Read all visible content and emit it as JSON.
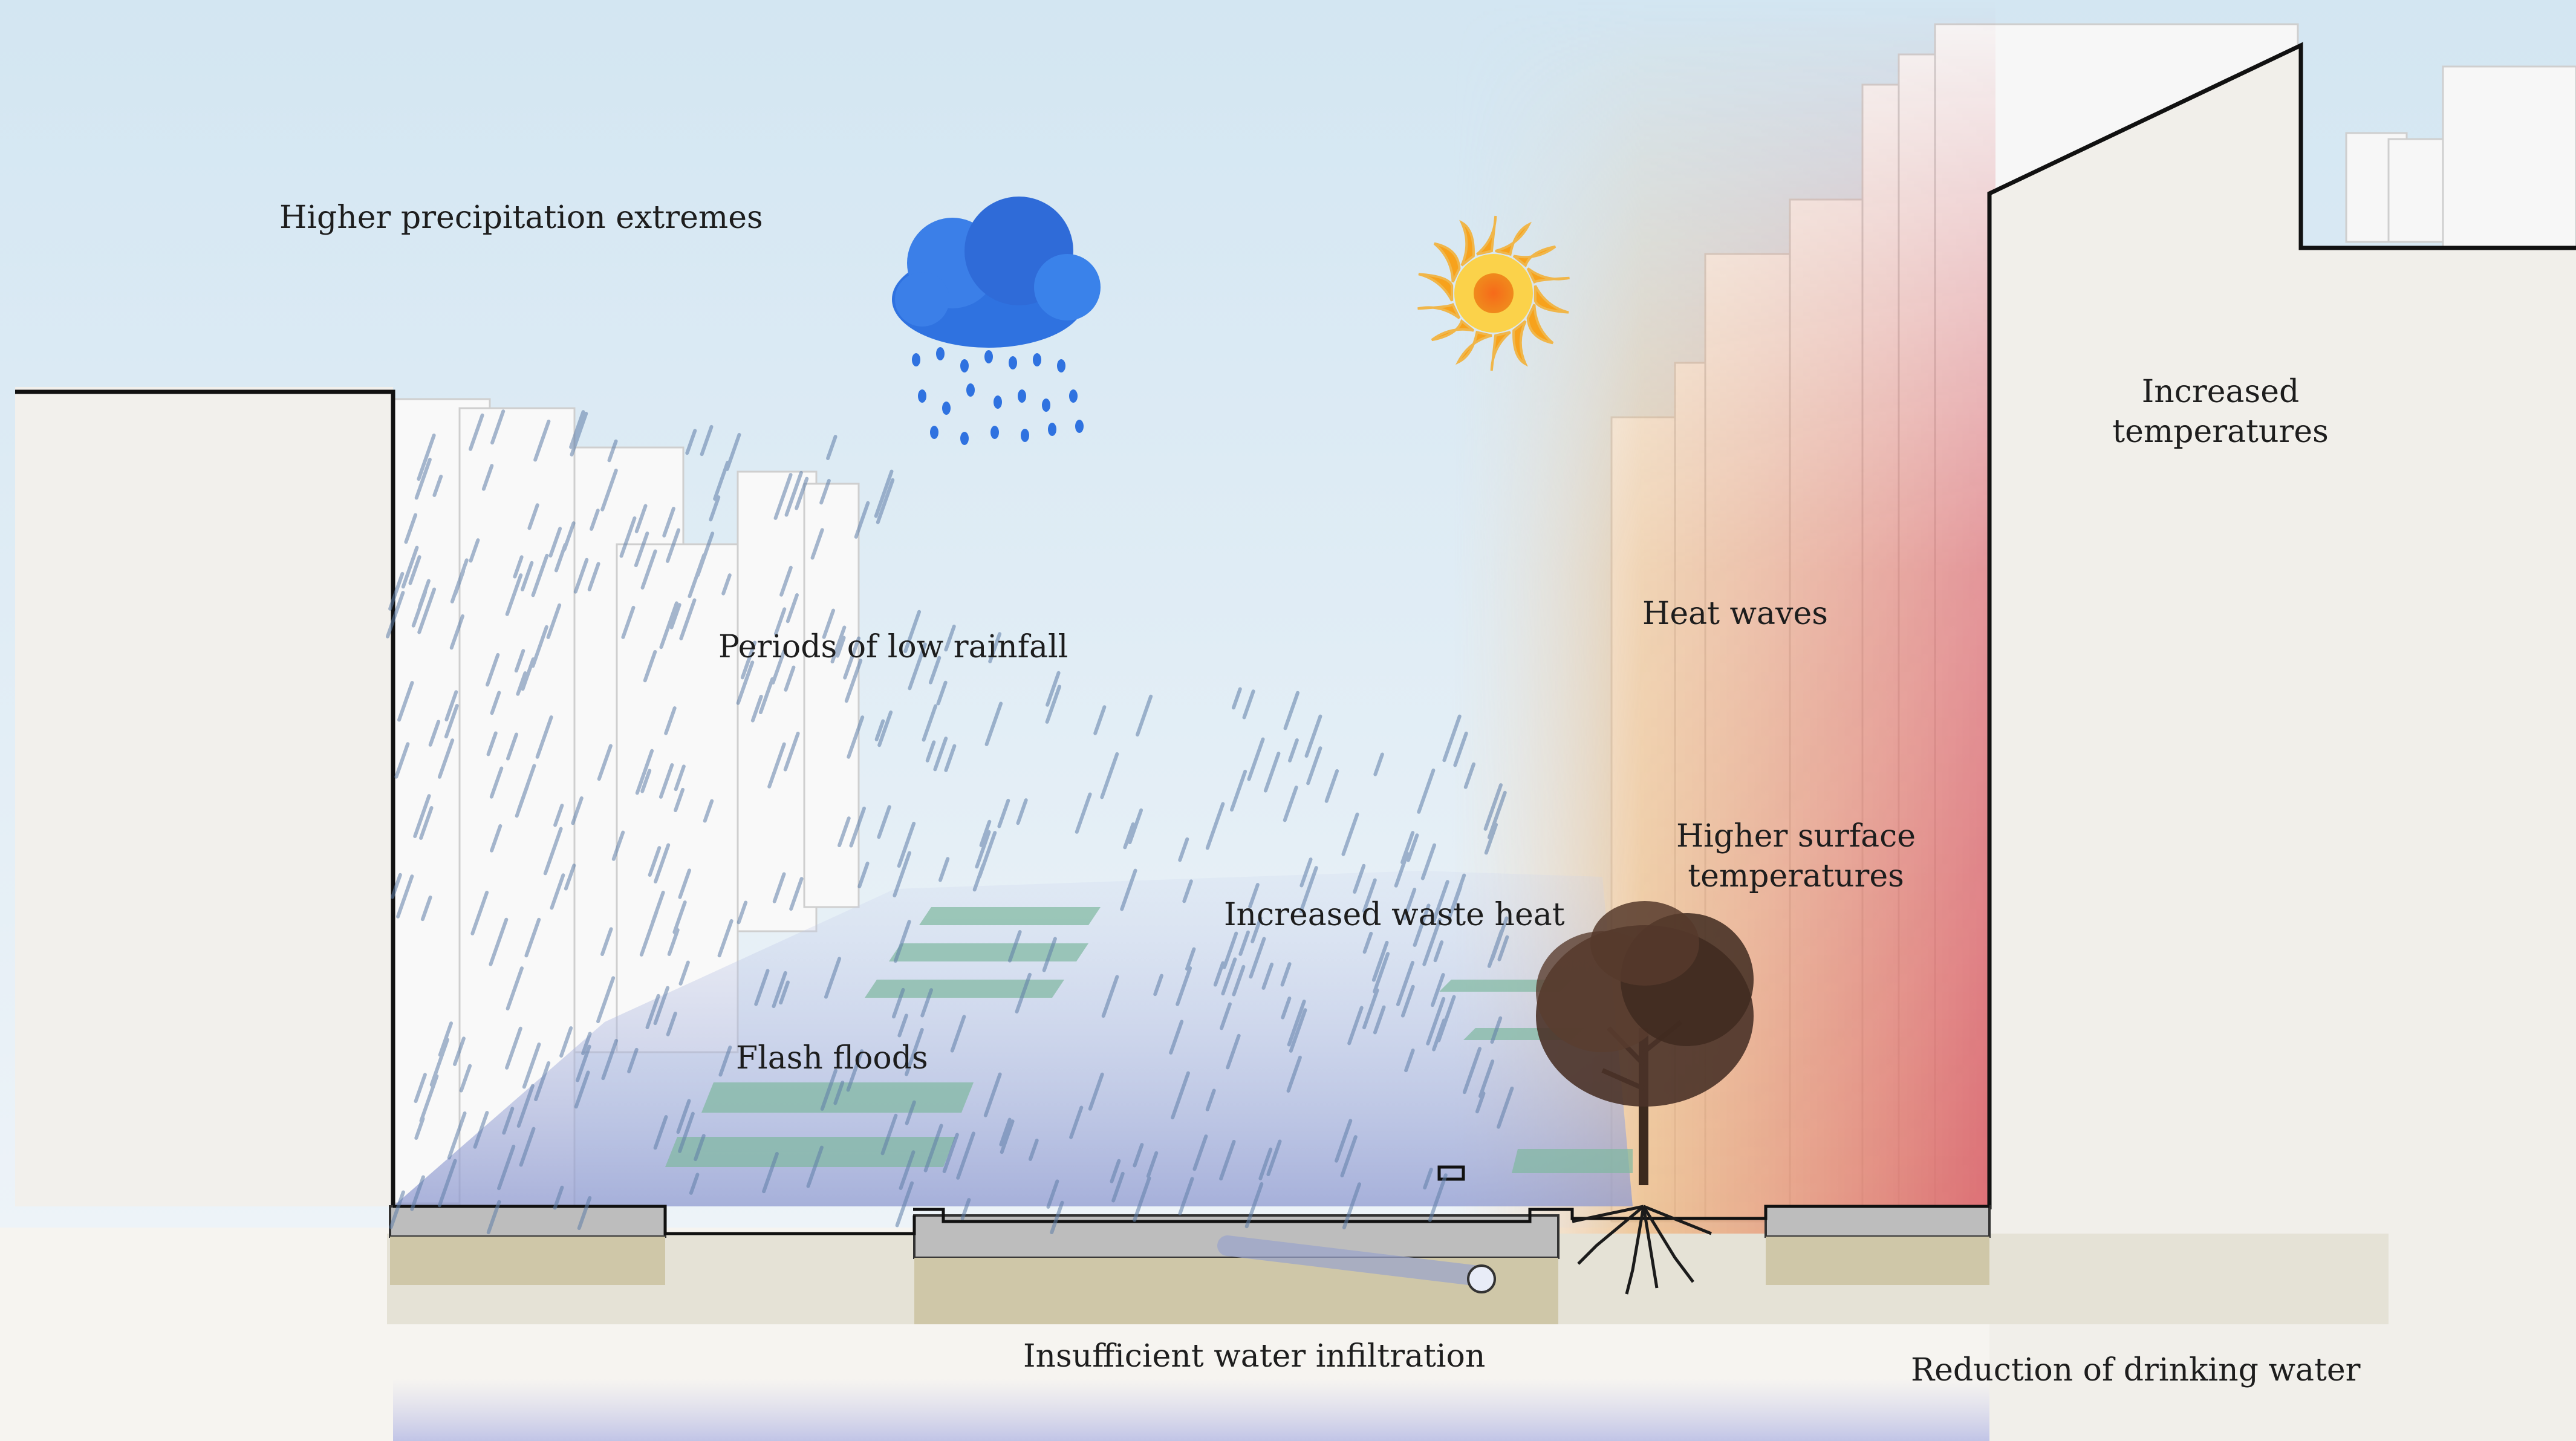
{
  "labels": {
    "precipitation": "Higher precipitation extremes",
    "low_rainfall": "Periods of low rainfall",
    "flash_floods": "Flash floods",
    "waste_heat": "Increased waste heat",
    "heat_waves": "Heat waves",
    "surface_temps": [
      "Higher surface",
      "temperatures"
    ],
    "increased_temps": [
      "Increased",
      "temperatures"
    ],
    "infiltration": "Insufficient water infiltration",
    "drinking_water": "Reduction of drinking water"
  },
  "icons": {
    "cloud": "rain-cloud-icon",
    "sun": "sun-icon",
    "tree": "tree-icon"
  },
  "colors": {
    "sky": "#d6e7f2",
    "rain_zone": "#9aa6d8",
    "heat_zone_warm": "#e7a55d",
    "heat_zone_hot": "#d9616a",
    "cloud": "#2f72e0",
    "sun": "#f7a21c",
    "building": "#f2f0ec"
  }
}
